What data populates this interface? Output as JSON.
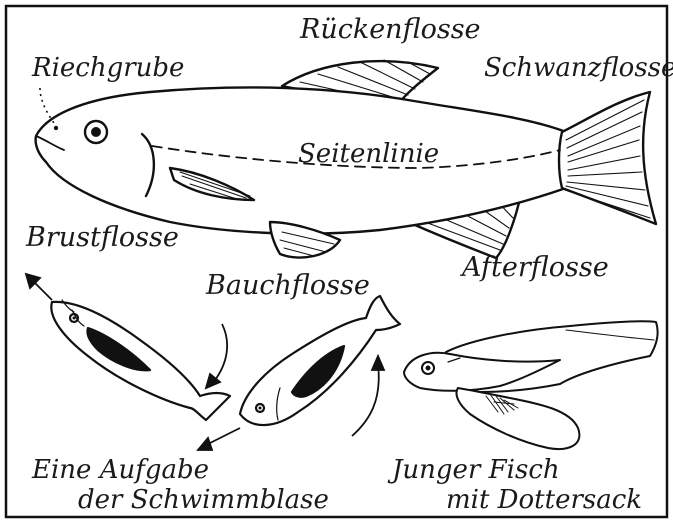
{
  "labels": {
    "riechgrube": "Riechgrube",
    "rueckenflosse": "Rückenflosse",
    "schwanzflosse": "Schwanzflosse",
    "seitenlinie": "Seitenlinie",
    "brustflosse": "Brustflosse",
    "bauchflosse": "Bauchflosse",
    "afterflosse": "Afterflosse"
  },
  "captions": {
    "left_line1": "Eine Aufgabe",
    "left_line2": "der Schwimmblase",
    "right_line1": "Junger Fisch",
    "right_line2": "mit Dottersack"
  },
  "colors": {
    "ink": "#1a1a1a",
    "paper": "#ffffff",
    "border": "#111111"
  }
}
